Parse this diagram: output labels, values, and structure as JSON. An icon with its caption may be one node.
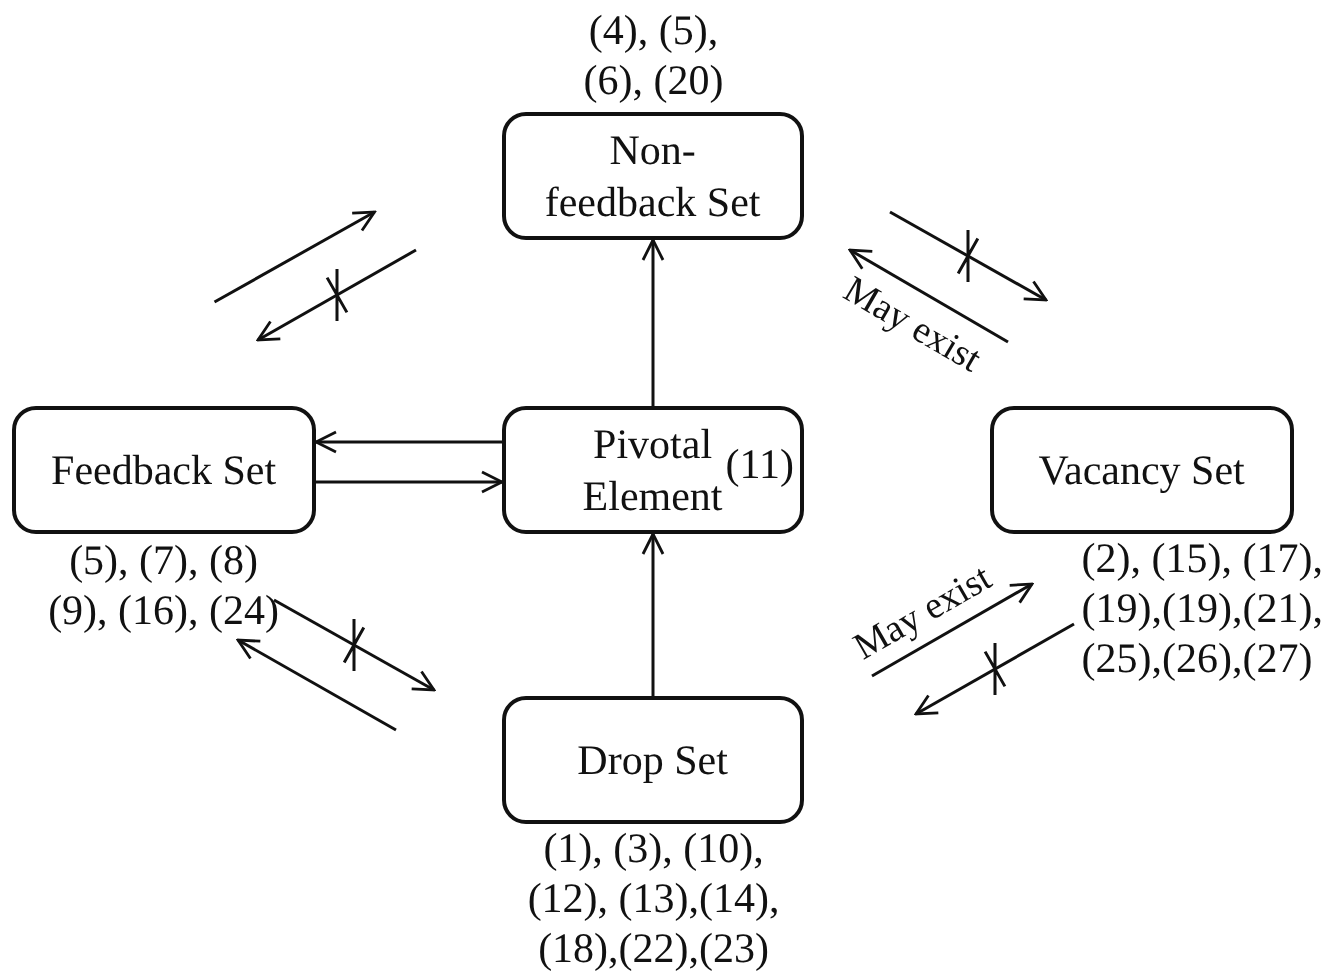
{
  "diagram": {
    "nodes": [
      {
        "text": [
          "Non-feedback Set"
        ],
        "beside": [
          "(4), (5), (6), (20)"
        ]
      },
      {
        "text": [
          "Feedback Set"
        ],
        "beside": [
          "(5), (7), (8) (9), (16), (24)"
        ]
      },
      {
        "text": [
          "Pivotal Element",
          "(11)"
        ]
      },
      {
        "text": [
          "Vacancy Set"
        ],
        "beside": [
          "(2), (15), (17), (19),(19),(21), (25),(26),(27)"
        ]
      },
      {
        "text": [
          "Drop Set"
        ],
        "beside": [
          "(1), (3), (10), (12), (13),(14), (18),(22),(23)"
        ]
      }
    ],
    "edges": [
      {
        "from": 2,
        "to": 0,
        "arrow": "to"
      },
      {
        "from": 2,
        "to": 1,
        "arrow": "to"
      },
      {
        "from": 1,
        "to": 2,
        "arrow": "to"
      },
      {
        "from": 4,
        "to": 2,
        "arrow": "to"
      },
      {
        "from": 1,
        "to": 0,
        "arrow": "to"
      },
      {
        "from": 0,
        "to": 1,
        "arrow": "to"
      },
      {
        "from": 0,
        "to": 3,
        "arrow": "to"
      },
      {
        "from": 3,
        "to": 0,
        "arrow": "to",
        "label": "May exist"
      },
      {
        "from": 1,
        "to": 4,
        "arrow": "to"
      },
      {
        "from": 4,
        "to": 1,
        "arrow": "to"
      },
      {
        "from": 4,
        "to": 3,
        "arrow": "to",
        "label": "May exist"
      },
      {
        "from": 3,
        "to": 4,
        "arrow": "to"
      }
    ]
  }
}
